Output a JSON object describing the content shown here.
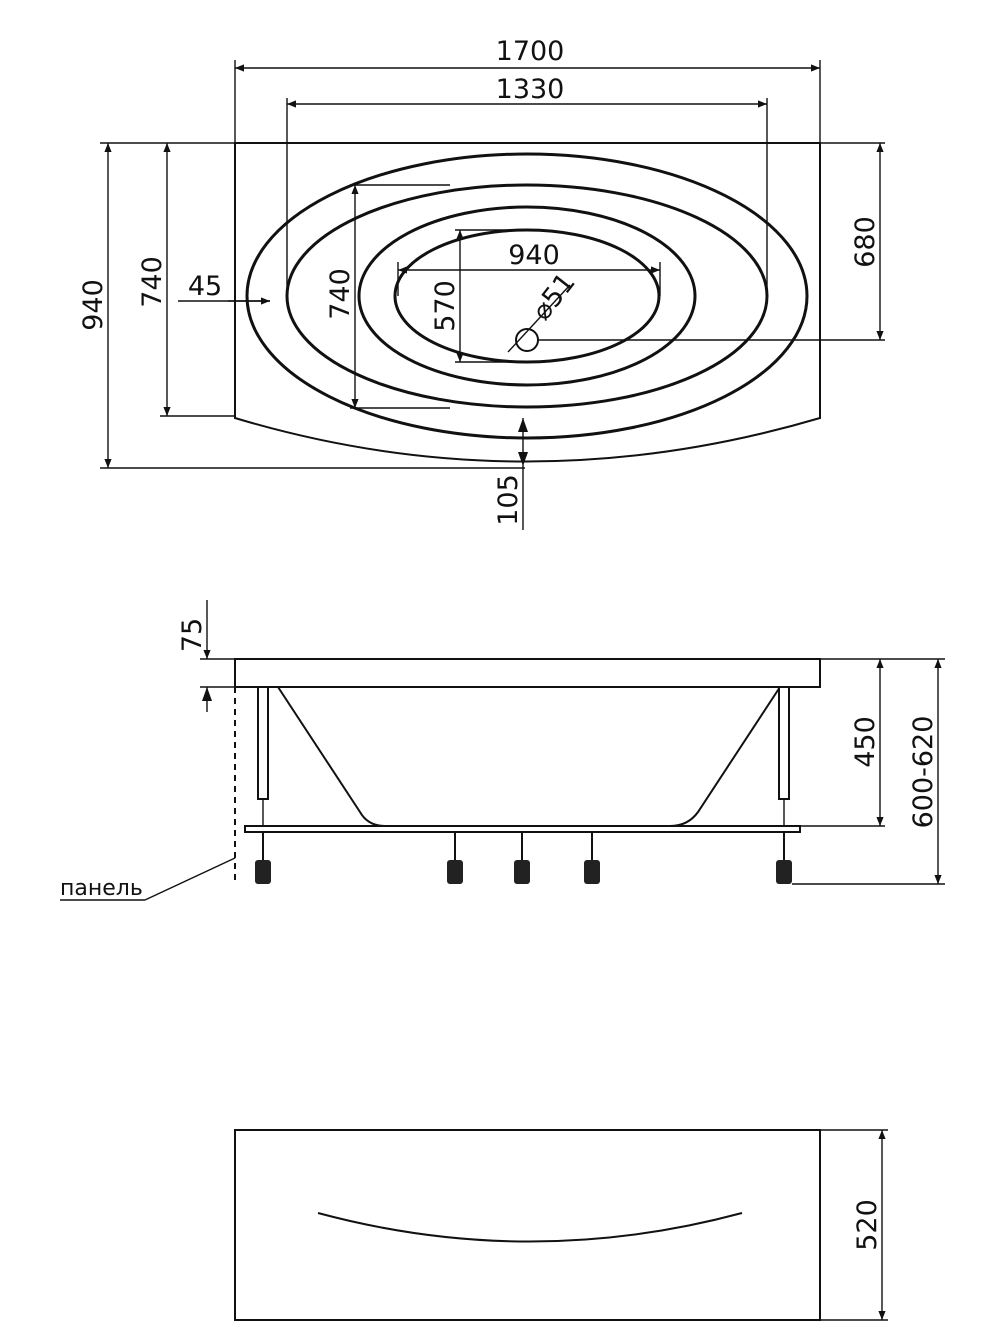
{
  "top_view": {
    "dims": {
      "overall_length": "1700",
      "inner_length": "1330",
      "overall_width": "940",
      "side_width": "740",
      "rim": "45",
      "inner_width": "740",
      "bowl_length": "940",
      "bowl_width": "570",
      "drain": "⌀51",
      "drain_offset": "680",
      "front_curve": "105"
    }
  },
  "side_view": {
    "dims": {
      "rim_height": "75",
      "depth": "450",
      "total_height": "600-620"
    },
    "panel_label": "панель"
  },
  "panel_view": {
    "dims": {
      "panel_height": "520"
    }
  }
}
